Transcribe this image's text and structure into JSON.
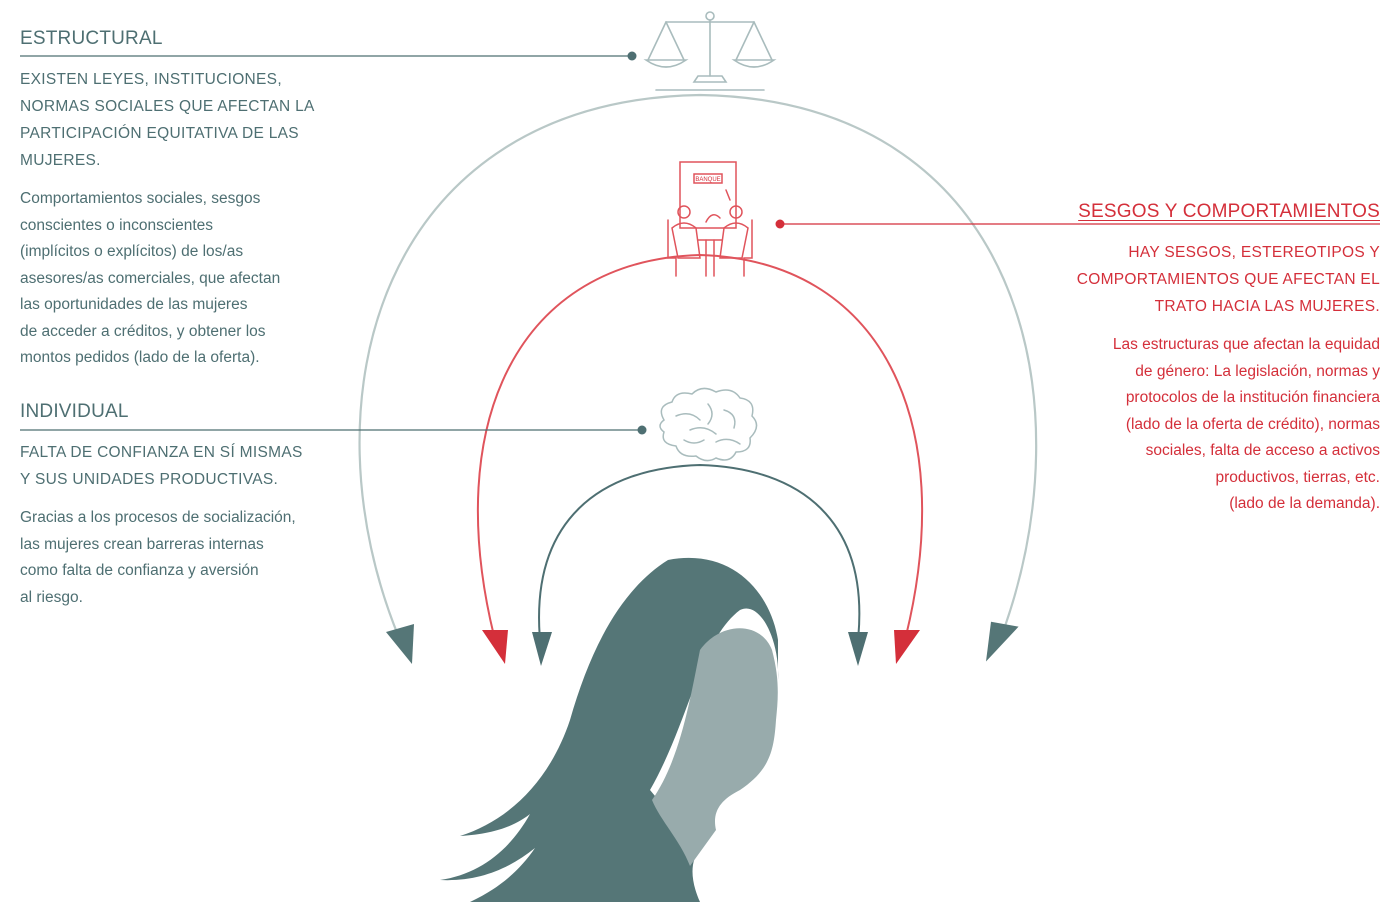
{
  "colors": {
    "teal": "#4e6f72",
    "teal_light": "#a9bcbd",
    "red": "#d42f3a",
    "gray_arc": "#b9c8c7",
    "hair_dark": "#557677",
    "face_light": "#98abac"
  },
  "structural": {
    "title": "ESTRUCTURAL",
    "summary": "EXISTEN LEYES, INSTITUCIONES,\nNORMAS SOCIALES QUE AFECTAN LA\nPARTICIPACIÓN EQUITATIVA DE LAS\nMUJERES.",
    "description": "Comportamientos sociales, sesgos\nconscientes o inconscientes\n(implícitos o explícitos) de los/as\nasesores/as comerciales, que afectan\nlas oportunidades de las mujeres\nde acceder a créditos, y obtener los\nmontos pedidos (lado de la oferta).",
    "icon": "scales-icon"
  },
  "bias": {
    "title": "SESGOS Y COMPORTAMIENTOS",
    "summary": "HAY SESGOS, ESTEREOTIPOS Y\nCOMPORTAMIENTOS QUE AFECTAN EL\nTRATO HACIA LAS MUJERES.",
    "description": "Las estructuras que afectan la equidad\nde género: La legislación, normas y\nprotocolos de la institución financiera\n(lado de la oferta de crédito), normas\nsociales, falta de acceso a activos\nproductivos, tierras, etc.\n(lado de la demanda).",
    "icon": "bank-meeting-icon",
    "icon_sign": "BANQUE"
  },
  "individual": {
    "title": "INDIVIDUAL",
    "summary": "FALTA DE CONFIANZA EN SÍ MISMAS\nY SUS UNIDADES PRODUCTIVAS.",
    "description": "Gracias a los procesos de socialización,\nlas mujeres crean barreras internas\ncomo falta de confianza y aversión\nal riesgo.",
    "icon": "brain-icon"
  },
  "figure": {
    "icon": "woman-head-silhouette-icon"
  }
}
